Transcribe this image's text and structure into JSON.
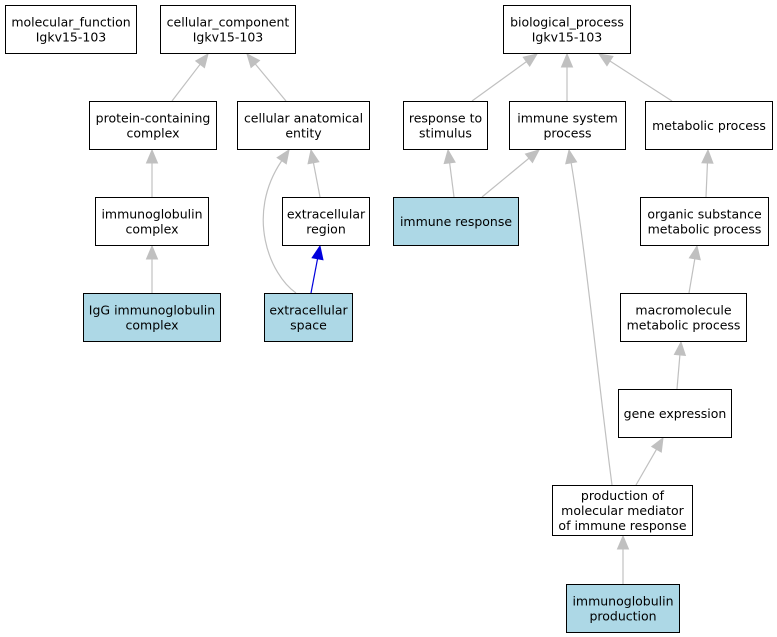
{
  "colors": {
    "highlight_fill": "#add8e6",
    "plain_fill": "#ffffff",
    "edge_gray": "#c0c0c0",
    "edge_blue": "#0000dd"
  },
  "nodes": {
    "mf_root": {
      "lines": [
        "molecular_function",
        "Igkv15-103"
      ],
      "highlighted": false
    },
    "cc_root": {
      "lines": [
        "cellular_component",
        "Igkv15-103"
      ],
      "highlighted": false
    },
    "bp_root": {
      "lines": [
        "biological_process",
        "Igkv15-103"
      ],
      "highlighted": false
    },
    "protein_containing_complex": {
      "lines": [
        "protein-containing",
        "complex"
      ],
      "highlighted": false
    },
    "cellular_anatomical_entity": {
      "lines": [
        "cellular anatomical",
        "entity"
      ],
      "highlighted": false
    },
    "response_to_stimulus": {
      "lines": [
        "response to",
        "stimulus"
      ],
      "highlighted": false
    },
    "immune_system_process": {
      "lines": [
        "immune system",
        "process"
      ],
      "highlighted": false
    },
    "metabolic_process": {
      "lines": [
        "metabolic process"
      ],
      "highlighted": false
    },
    "immunoglobulin_complex": {
      "lines": [
        "immunoglobulin",
        "complex"
      ],
      "highlighted": false
    },
    "extracellular_region": {
      "lines": [
        "extracellular",
        "region"
      ],
      "highlighted": false
    },
    "immune_response": {
      "lines": [
        "immune response"
      ],
      "highlighted": true
    },
    "organic_substance_metabolic_process": {
      "lines": [
        "organic substance",
        "metabolic process"
      ],
      "highlighted": false
    },
    "igg_immunoglobulin_complex": {
      "lines": [
        "IgG immunoglobulin",
        "complex"
      ],
      "highlighted": true
    },
    "extracellular_space": {
      "lines": [
        "extracellular",
        "space"
      ],
      "highlighted": true
    },
    "macromolecule_metabolic_process": {
      "lines": [
        "macromolecule",
        "metabolic process"
      ],
      "highlighted": false
    },
    "gene_expression": {
      "lines": [
        "gene expression"
      ],
      "highlighted": false
    },
    "production_of_molecular_mediator": {
      "lines": [
        "production of",
        "molecular mediator",
        "of immune response"
      ],
      "highlighted": false
    },
    "immunoglobulin_production": {
      "lines": [
        "immunoglobulin",
        "production"
      ],
      "highlighted": true
    }
  },
  "edges": [
    {
      "from": "protein_containing_complex",
      "to": "cc_root",
      "color": "gray"
    },
    {
      "from": "cellular_anatomical_entity",
      "to": "cc_root",
      "color": "gray"
    },
    {
      "from": "response_to_stimulus",
      "to": "bp_root",
      "color": "gray"
    },
    {
      "from": "immune_system_process",
      "to": "bp_root",
      "color": "gray"
    },
    {
      "from": "metabolic_process",
      "to": "bp_root",
      "color": "gray"
    },
    {
      "from": "immunoglobulin_complex",
      "to": "protein_containing_complex",
      "color": "gray"
    },
    {
      "from": "extracellular_region",
      "to": "cellular_anatomical_entity",
      "color": "gray"
    },
    {
      "from": "extracellular_space",
      "to": "cellular_anatomical_entity",
      "color": "gray"
    },
    {
      "from": "immune_response",
      "to": "response_to_stimulus",
      "color": "gray"
    },
    {
      "from": "immune_response",
      "to": "immune_system_process",
      "color": "gray"
    },
    {
      "from": "production_of_molecular_mediator",
      "to": "immune_system_process",
      "color": "gray"
    },
    {
      "from": "organic_substance_metabolic_process",
      "to": "metabolic_process",
      "color": "gray"
    },
    {
      "from": "igg_immunoglobulin_complex",
      "to": "immunoglobulin_complex",
      "color": "gray"
    },
    {
      "from": "extracellular_space",
      "to": "extracellular_region",
      "color": "blue"
    },
    {
      "from": "macromolecule_metabolic_process",
      "to": "organic_substance_metabolic_process",
      "color": "gray"
    },
    {
      "from": "gene_expression",
      "to": "macromolecule_metabolic_process",
      "color": "gray"
    },
    {
      "from": "production_of_molecular_mediator",
      "to": "gene_expression",
      "color": "gray"
    },
    {
      "from": "immunoglobulin_production",
      "to": "production_of_molecular_mediator",
      "color": "gray"
    }
  ]
}
